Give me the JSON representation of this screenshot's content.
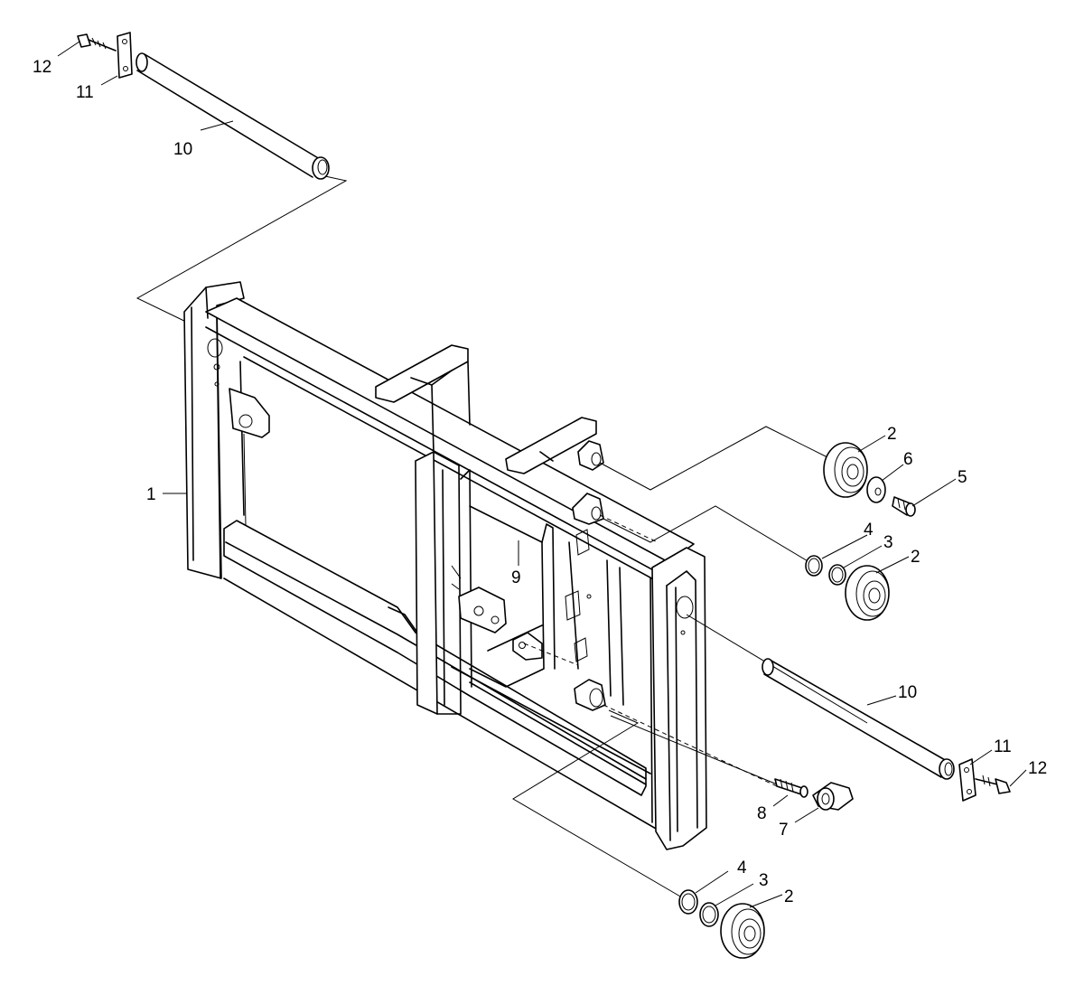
{
  "callouts": [
    {
      "id": "c1",
      "label": "1"
    },
    {
      "id": "c2a",
      "label": "2"
    },
    {
      "id": "c6",
      "label": "6"
    },
    {
      "id": "c5",
      "label": "5"
    },
    {
      "id": "c4a",
      "label": "4"
    },
    {
      "id": "c3a",
      "label": "3"
    },
    {
      "id": "c2b",
      "label": "2"
    },
    {
      "id": "c9",
      "label": "9"
    },
    {
      "id": "c10a",
      "label": "10"
    },
    {
      "id": "c11a",
      "label": "11"
    },
    {
      "id": "c12a",
      "label": "12"
    },
    {
      "id": "c10b",
      "label": "10"
    },
    {
      "id": "c11b",
      "label": "11"
    },
    {
      "id": "c12b",
      "label": "12"
    },
    {
      "id": "c8",
      "label": "8"
    },
    {
      "id": "c7",
      "label": "7"
    },
    {
      "id": "c4b",
      "label": "4"
    },
    {
      "id": "c3b",
      "label": "3"
    },
    {
      "id": "c2c",
      "label": "2"
    }
  ]
}
